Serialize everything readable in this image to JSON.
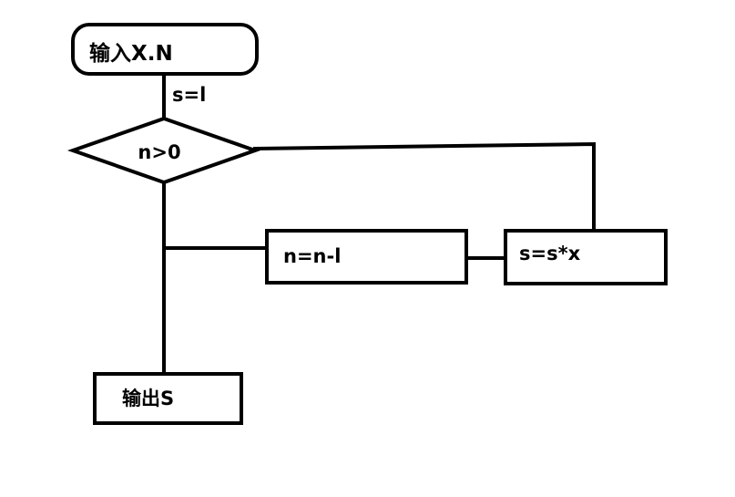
{
  "diagram": {
    "nodes": {
      "input": {
        "label": "输入X.N"
      },
      "init": {
        "label": "s=l"
      },
      "condition": {
        "label": "n>0"
      },
      "decrement": {
        "label": "n=n-l"
      },
      "multiply": {
        "label": "s=s*x"
      },
      "output": {
        "label": "输出S"
      }
    }
  }
}
